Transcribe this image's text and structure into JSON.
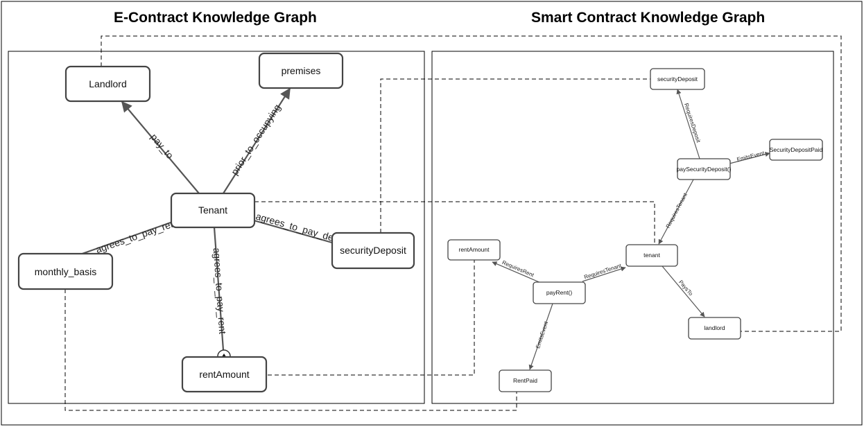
{
  "titles": {
    "left": "E-Contract Knowledge Graph",
    "right": "Smart Contract Knowledge Graph"
  },
  "econtract": {
    "nodes": {
      "landlord": "Landlord",
      "premises": "premises",
      "tenant": "Tenant",
      "monthly_basis": "monthly_basis",
      "security_deposit": "securityDeposit",
      "rent_amount": "rentAmount"
    },
    "edges": {
      "pay_to": "pay_to",
      "prior_to_occupying": "prior_to_occupying",
      "agrees_to_pay_rent_monthly": "agrees_to_pay_rent",
      "agrees_to_pay_deposit": "agrees_to_pay_deposit",
      "agrees_to_pay_rent_amount": "agrees_to_pay_rent"
    }
  },
  "smartcontract": {
    "nodes": {
      "security_deposit": "securityDeposit",
      "security_deposit_paid": "SecurityDepositPaid",
      "pay_security_deposit": "paySecurityDeposit()",
      "tenant": "tenant",
      "rent_amount": "rentAmount",
      "pay_rent": "payRent()",
      "landlord": "landlord",
      "rent_paid": "RentPaid"
    },
    "edges": {
      "requires_deposit": "RequiresDeposit",
      "emits_event_deposit": "EmitsEvent",
      "requires_tenant_deposit": "RequiresTenant",
      "requires_tenant_rent": "RequiresTenant",
      "requires_rent": "RequiresRent",
      "pays_to": "PaysTo",
      "emits_event_rent": "EmitsEvent"
    }
  }
}
